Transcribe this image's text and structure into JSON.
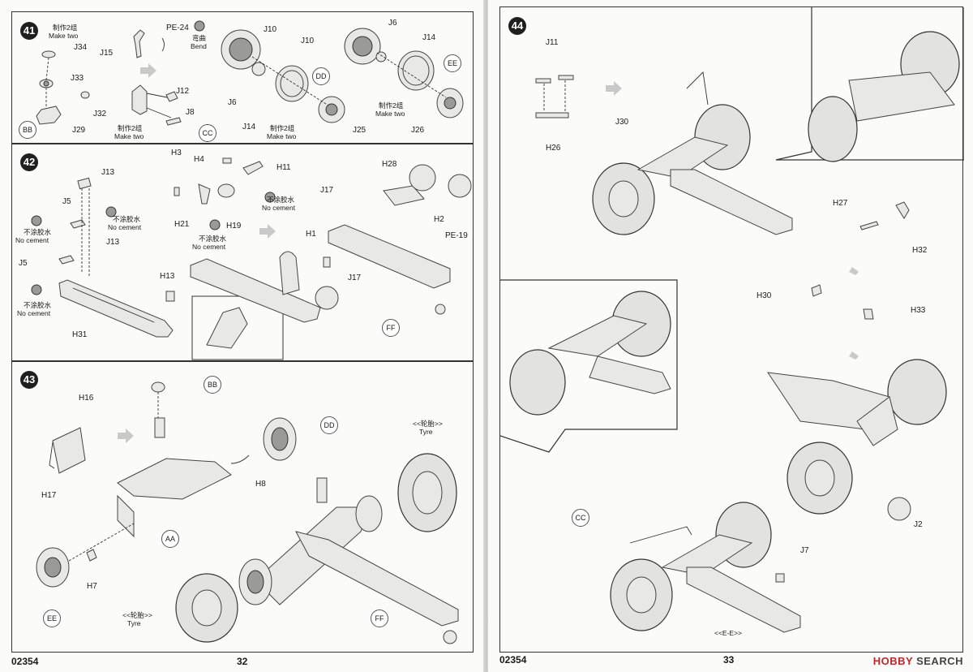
{
  "left_page": {
    "catalog": "02354",
    "page_number": "32",
    "steps": {
      "s41": {
        "number": "41",
        "make_two_cn_1": "制作2组",
        "make_two_1": "Make two",
        "make_two_cn_2": "制作2组",
        "make_two_2": "Make two",
        "make_two_cn_3": "制作2组",
        "make_two_3": "Make two",
        "make_two_cn_4": "制作2组",
        "make_two_4": "Make two",
        "bend_cn": "弯曲",
        "bend": "Bend",
        "parts": [
          "J34",
          "J33",
          "J32",
          "J29",
          "J15",
          "PE-24",
          "J12",
          "J8",
          "J10",
          "J6",
          "J14",
          "J25",
          "J10",
          "J6",
          "J14",
          "J26"
        ],
        "refs": [
          "BB",
          "CC",
          "DD",
          "EE"
        ]
      },
      "s42": {
        "number": "42",
        "no_cement_cn": "不涂胶水",
        "no_cement": "No cement",
        "parts": [
          "J13",
          "J5",
          "J13",
          "J5",
          "H31",
          "H3",
          "H4",
          "H11",
          "H21",
          "H19",
          "H13",
          "H1",
          "H28",
          "J17",
          "H2",
          "PE-19",
          "J17"
        ],
        "refs": [
          "FF"
        ]
      },
      "s43": {
        "number": "43",
        "tyre_cn": "<<轮胎>>",
        "tyre": "Tyre",
        "parts": [
          "H16",
          "H17",
          "H7",
          "H8"
        ],
        "refs": [
          "BB",
          "DD",
          "AA",
          "EE",
          "FF"
        ]
      }
    }
  },
  "right_page": {
    "catalog": "02354",
    "page_number": "33",
    "view_label": "<<E-E>>",
    "steps": {
      "s44": {
        "number": "44",
        "parts": [
          "J11",
          "J30",
          "H26",
          "H27",
          "H32",
          "H30",
          "H33",
          "J2",
          "J7"
        ],
        "refs": [
          "CC"
        ]
      }
    }
  },
  "watermark": {
    "brand_red": "HOBBY",
    "brand_dark": "SEARCH"
  }
}
